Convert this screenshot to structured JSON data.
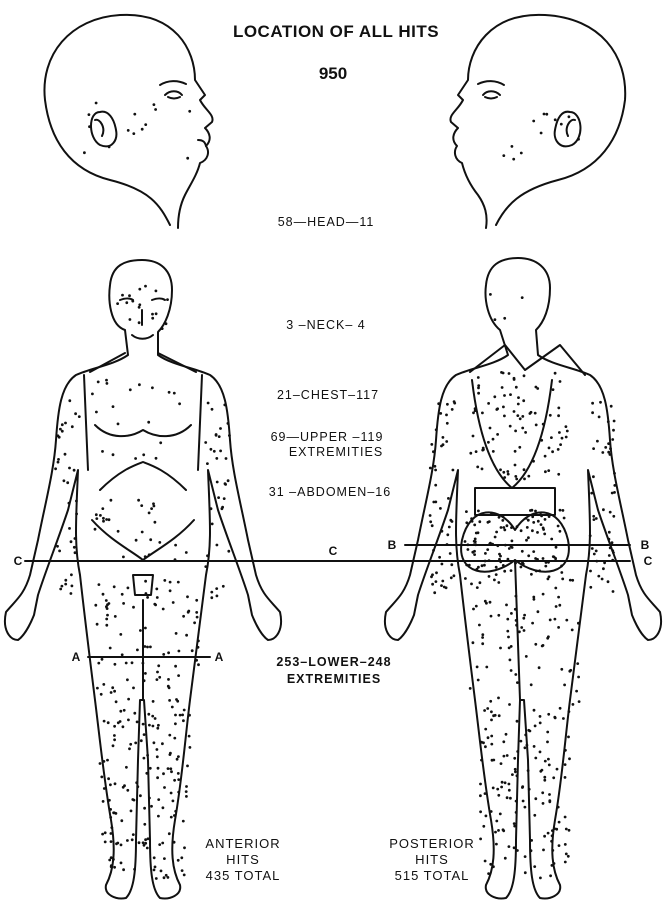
{
  "title": "LOCATION OF ALL HITS",
  "total": "950",
  "regions": [
    {
      "label": "58—HEAD—11"
    },
    {
      "label": "3 –NECK– 4"
    },
    {
      "label": "21–CHEST–117"
    },
    {
      "label": "69—UPPER –119",
      "sub": "EXTREMITIES"
    },
    {
      "label": "31 –ABDOMEN–16"
    },
    {
      "label": "253–LOWER–248",
      "sub": "EXTREMITIES"
    }
  ],
  "anterior": {
    "line1": "ANTERIOR",
    "line2": "HITS",
    "line3": "435 TOTAL"
  },
  "posterior": {
    "line1": "POSTERIOR",
    "line2": "HITS",
    "line3": "515 TOTAL"
  },
  "lines": {
    "a": "A",
    "b": "B",
    "c": "C"
  }
}
